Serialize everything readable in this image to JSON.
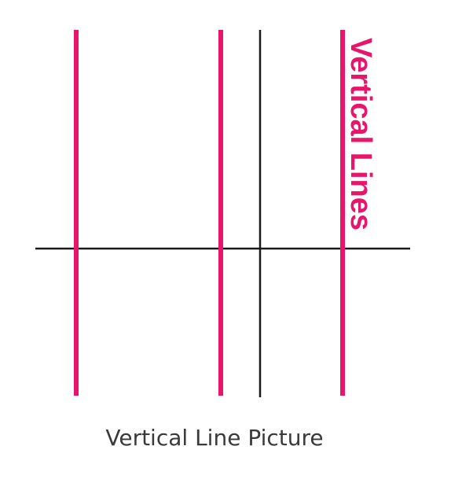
{
  "figure": {
    "vertical_label": "Vertical Lines",
    "caption": "Vertical Line Picture"
  },
  "colors": {
    "pink": "#e8156a",
    "black": "#1a1a1a",
    "caption": "#3a3a3a",
    "background": "#ffffff"
  },
  "lines": {
    "pink_vertical_count": 3,
    "black_vertical_count": 1,
    "horizontal_count": 1
  }
}
